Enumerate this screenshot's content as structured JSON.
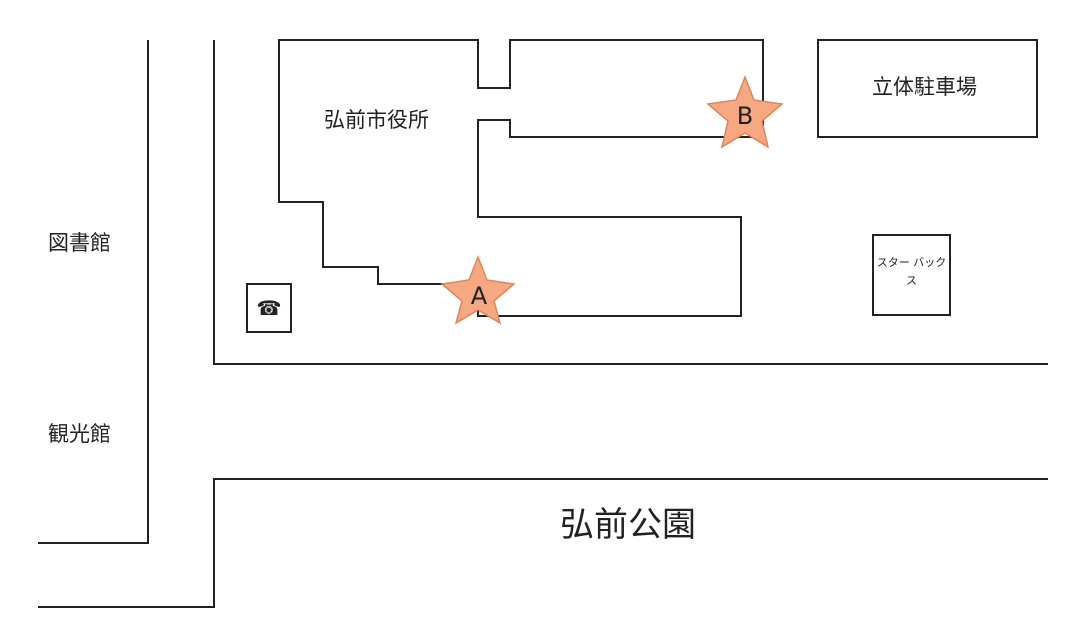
{
  "labels": {
    "library": "図書館",
    "tourist_center": "観光館",
    "city_hall": "弘前市役所",
    "parking": "立体駐車場",
    "starbucks": "スター バックス",
    "park": "弘前公園"
  },
  "markers": {
    "a": "A",
    "b": "B"
  },
  "icons": {
    "phone": "☎",
    "star_color": "#f5a882",
    "star_stroke": "#e0845a"
  }
}
